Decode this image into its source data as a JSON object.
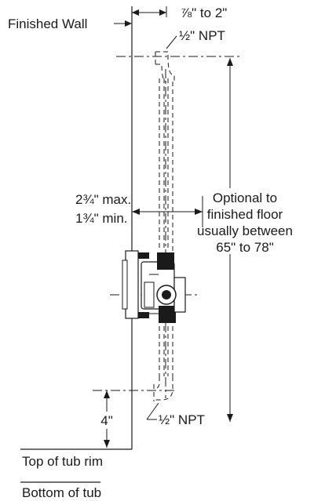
{
  "labels": {
    "finished_wall": "Finished Wall",
    "offset_range": "⅞\" to 2\"",
    "npt_top": "½\" NPT",
    "depth_max": "2¾\" max.",
    "depth_min": "1¾\" min.",
    "optional_line1": "Optional to",
    "optional_line2": "finished floor",
    "optional_line3": "usually between",
    "optional_line4": "65\" to 78\"",
    "npt_bottom": "½\" NPT",
    "rim_height": "4\"",
    "top_of_tub_rim": "Top of tub rim",
    "bottom_of_tub": "Bottom of tub"
  }
}
